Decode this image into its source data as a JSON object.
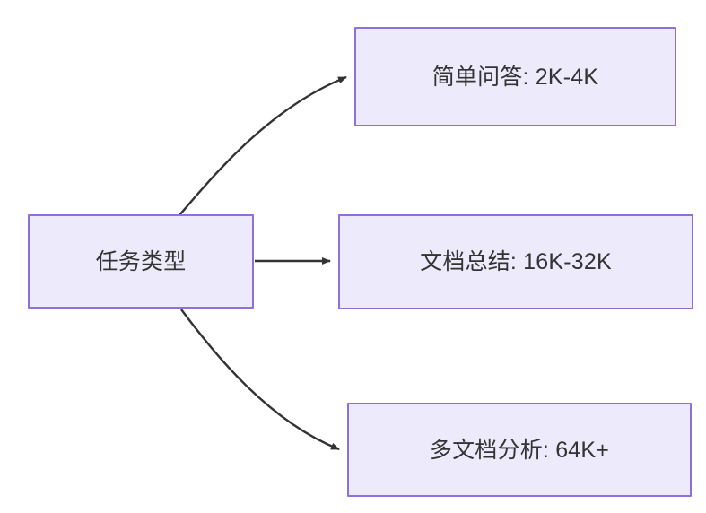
{
  "diagram": {
    "type": "flowchart",
    "direction": "left-to-right",
    "background": "#ffffff",
    "node_fill": "#ECEAFB",
    "node_border": "#9070D8",
    "text_color": "#333333",
    "edge_color": "#333333",
    "nodes": [
      {
        "id": "root",
        "label": "任务类型"
      },
      {
        "id": "simple_qa",
        "label": "简单问答: 2K-4K"
      },
      {
        "id": "doc_sum",
        "label": "文档总结: 16K-32K"
      },
      {
        "id": "multi_doc",
        "label": "多文档分析: 64K+"
      }
    ],
    "edges": [
      {
        "from": "root",
        "to": "simple_qa",
        "style": "curved",
        "arrow": "arrowhead-icon"
      },
      {
        "from": "root",
        "to": "doc_sum",
        "style": "straight",
        "arrow": "arrowhead-icon"
      },
      {
        "from": "root",
        "to": "multi_doc",
        "style": "curved",
        "arrow": "arrowhead-icon"
      }
    ]
  }
}
